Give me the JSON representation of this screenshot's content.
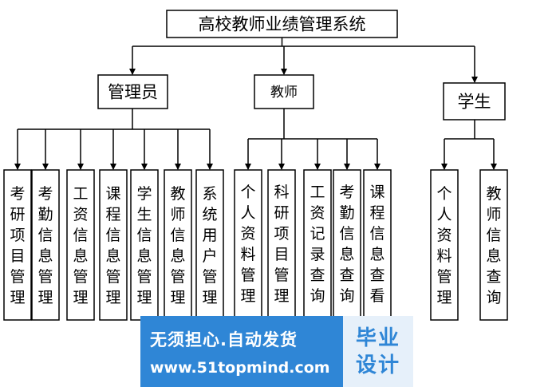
{
  "root": {
    "label": "高校教师业绩管理系统"
  },
  "roles": [
    {
      "label": "管理员",
      "children": [
        "考研项目管理",
        "考勤信息管理",
        "工资信息管理",
        "课程信息管理",
        "学生信息管理",
        "教师信息管理",
        "系统用户管理"
      ]
    },
    {
      "label": "教师",
      "children": [
        "个人资料管理",
        "科研项目管理",
        "工资记录查询",
        "考勤信息查询",
        "课程信息查看"
      ]
    },
    {
      "label": "学生",
      "children": [
        "个人资料管理",
        "教师信息查询"
      ]
    }
  ],
  "watermark": {
    "line1": "无须担心.自动发货",
    "line2": "www.51topmind.com",
    "badge_line1": "毕业",
    "badge_line2": "设计"
  },
  "colors": {
    "watermark_blue": "#2f86d6",
    "watermark_badge_bg": "#e6f0fa"
  }
}
